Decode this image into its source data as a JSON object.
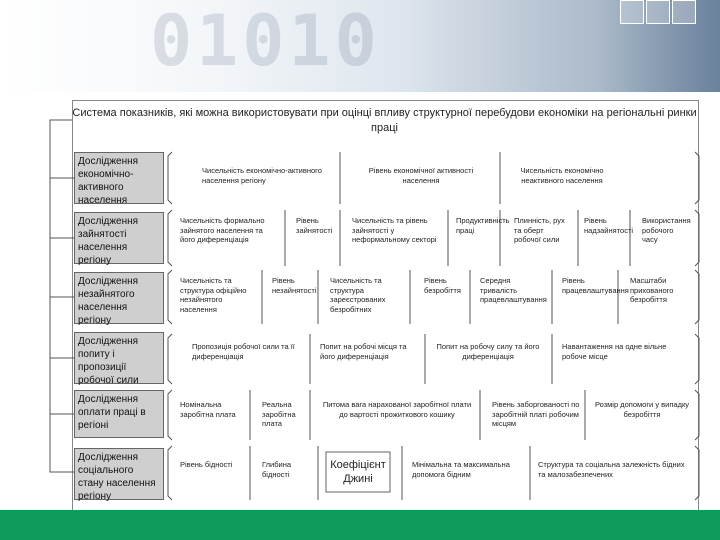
{
  "title": "Система показників, які можна використовувати при оцінці впливу структурної перебудови економіки на регіональні ринки праці",
  "rows": [
    {
      "category": "Дослідження економічно-активного населення",
      "cells": [
        "Чисельність економічно-активного населення регіону",
        "Рівень економічної активності населення",
        "Чисельність економічно неактивного населення"
      ]
    },
    {
      "category": "Дослідження зайнятості населення регіону",
      "cells": [
        "Чисельність формально зайнятого населення та його диференціація",
        "Рівень зайнятості",
        "Чисельність та рівень зайнятості у неформальному секторі",
        "Продуктивність праці",
        "Плинність, рух та оберт робочої сили",
        "Рівень надзайнятості",
        "Використання робочого часу"
      ]
    },
    {
      "category": "Дослідження незайнятого населення регіону",
      "cells": [
        "Чисельність та структура офіційно незайнятого населення",
        "Рівень незайнятості",
        "Чисельність та структура зареєстрованих безробітних",
        "Рівень безробіття",
        "Середня тривалість працевлаштування",
        "Рівень працевлаштування",
        "Масштаби прихованого безробіття"
      ]
    },
    {
      "category": "Дослідження попиту і пропозиції робочої сили",
      "cells": [
        "Пропозиція робочої сили та її диференціація",
        "Попит на робочі місця та його диференціація",
        "Попит на робочу силу та його диференціація",
        "Навантаження на одне вільне робоче місце"
      ]
    },
    {
      "category": "Дослідження оплати праці в регіоні",
      "cells": [
        "Номінальна заробітна плата",
        "Реальна заробітна плата",
        "Питома вага нарахованої заробітної плати до вартості прожиткового кошику",
        "Рівень заборгованості по заробітній платі робочим місцям",
        "Розмір допомоги у випадку безробіття"
      ]
    },
    {
      "category": "Дослідження соціального стану населення регіону",
      "cells": [
        "Рівень бідності",
        "Глибина бідності",
        "Коефіцієнт Джині",
        "Мінімальна та максимальна допомога бідним",
        "Структура та соціальна залежність бідних та малозабезпечених"
      ]
    }
  ]
}
